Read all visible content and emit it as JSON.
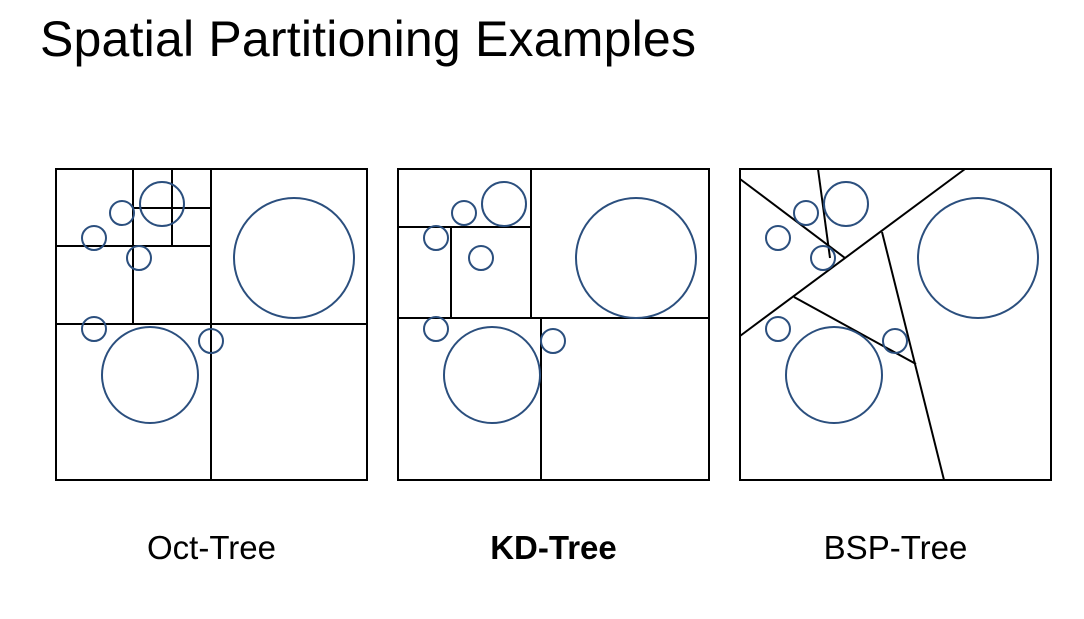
{
  "slide": {
    "title": "Spatial Partitioning Examples"
  },
  "panels": [
    {
      "id": "oct",
      "label": "Oct-Tree",
      "emphasized": false
    },
    {
      "id": "kd",
      "label": "KD-Tree",
      "emphasized": true
    },
    {
      "id": "bsp",
      "label": "BSP-Tree",
      "emphasized": false
    }
  ],
  "colors": {
    "partition_lines": "#000000",
    "objects": "#2b4f7e",
    "background": "#ffffff"
  }
}
